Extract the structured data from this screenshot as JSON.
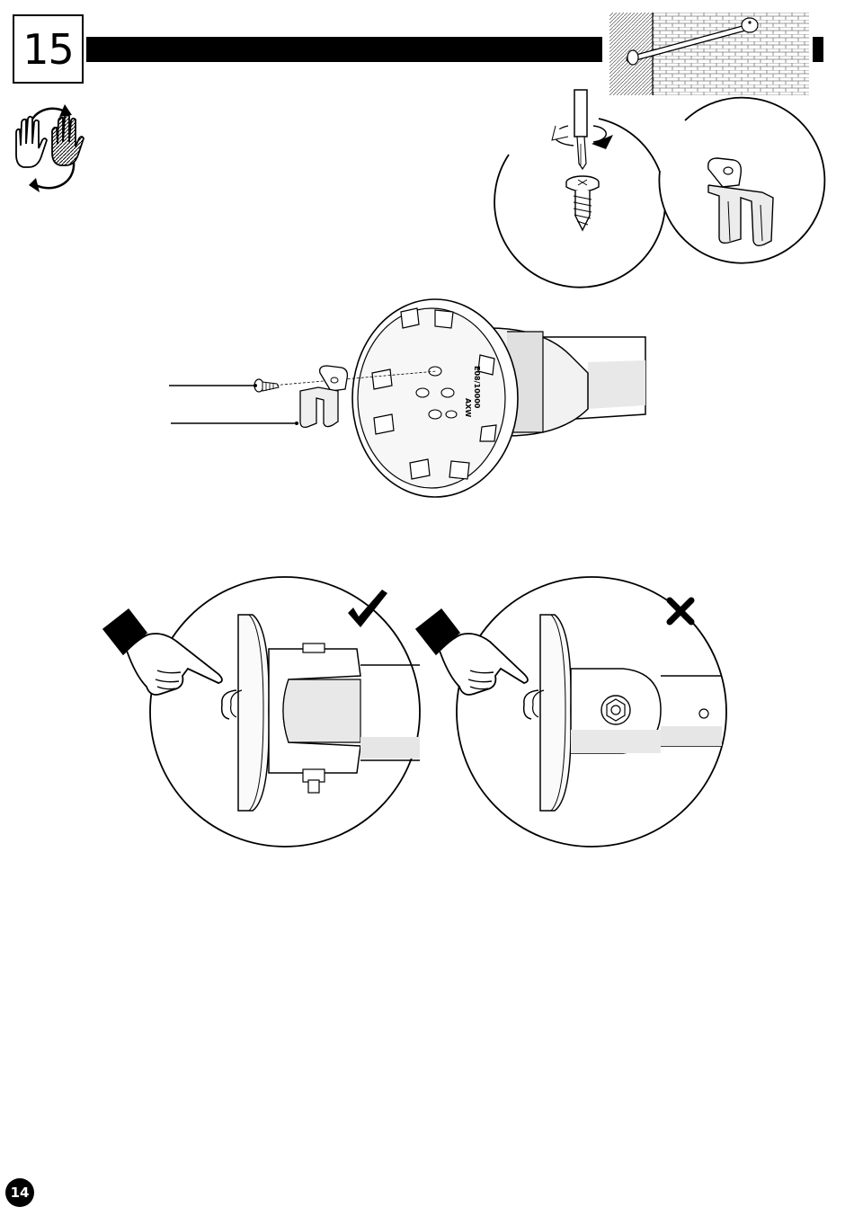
{
  "step": {
    "number": "15"
  },
  "page": {
    "number": "14"
  },
  "product_stamp": {
    "code": "E08/10000",
    "brand": "AXW"
  },
  "checks": {
    "correct": "check-mark",
    "incorrect": "cross-mark"
  },
  "colors": {
    "ink": "#000000",
    "paper": "#ffffff",
    "grey": "#e6e6e6",
    "brick": "#c8c8c8"
  }
}
